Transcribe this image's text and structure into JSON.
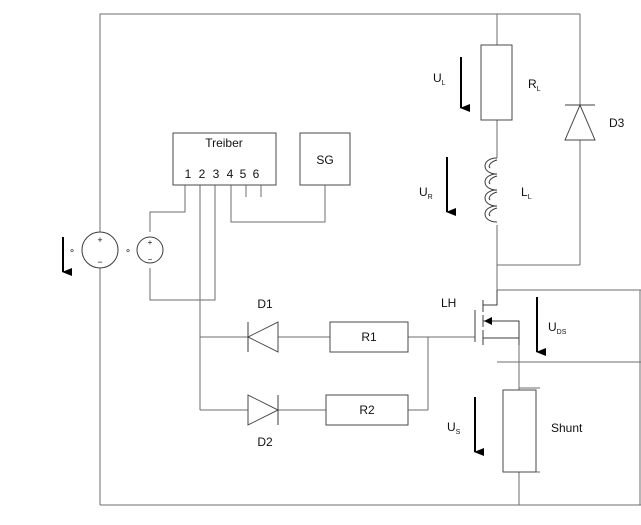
{
  "labels": {
    "driver": "Treiber",
    "driver_pins": [
      "1",
      "2",
      "3",
      "4",
      "5",
      "6"
    ],
    "signal_generator": "SG",
    "d1": "D1",
    "d2": "D2",
    "d3": "D3",
    "r1": "R1",
    "r2": "R2",
    "lh": "LH",
    "shunt": "Shunt",
    "rl": {
      "base": "R",
      "sub": "L"
    },
    "ll": {
      "base": "L",
      "sub": "L"
    },
    "ul": {
      "base": "U",
      "sub": "L"
    },
    "ur": {
      "base": "U",
      "sub": "R"
    },
    "uds": {
      "base": "U",
      "sub": "DS"
    },
    "us": {
      "base": "U",
      "sub": "S"
    },
    "source1_mark": "∘",
    "source2_mark": "∘",
    "plus": "+",
    "minus": "−"
  },
  "colors": {
    "wire": "#6e6e6e",
    "component": "#3c3c3c",
    "arrow": "#000000"
  }
}
